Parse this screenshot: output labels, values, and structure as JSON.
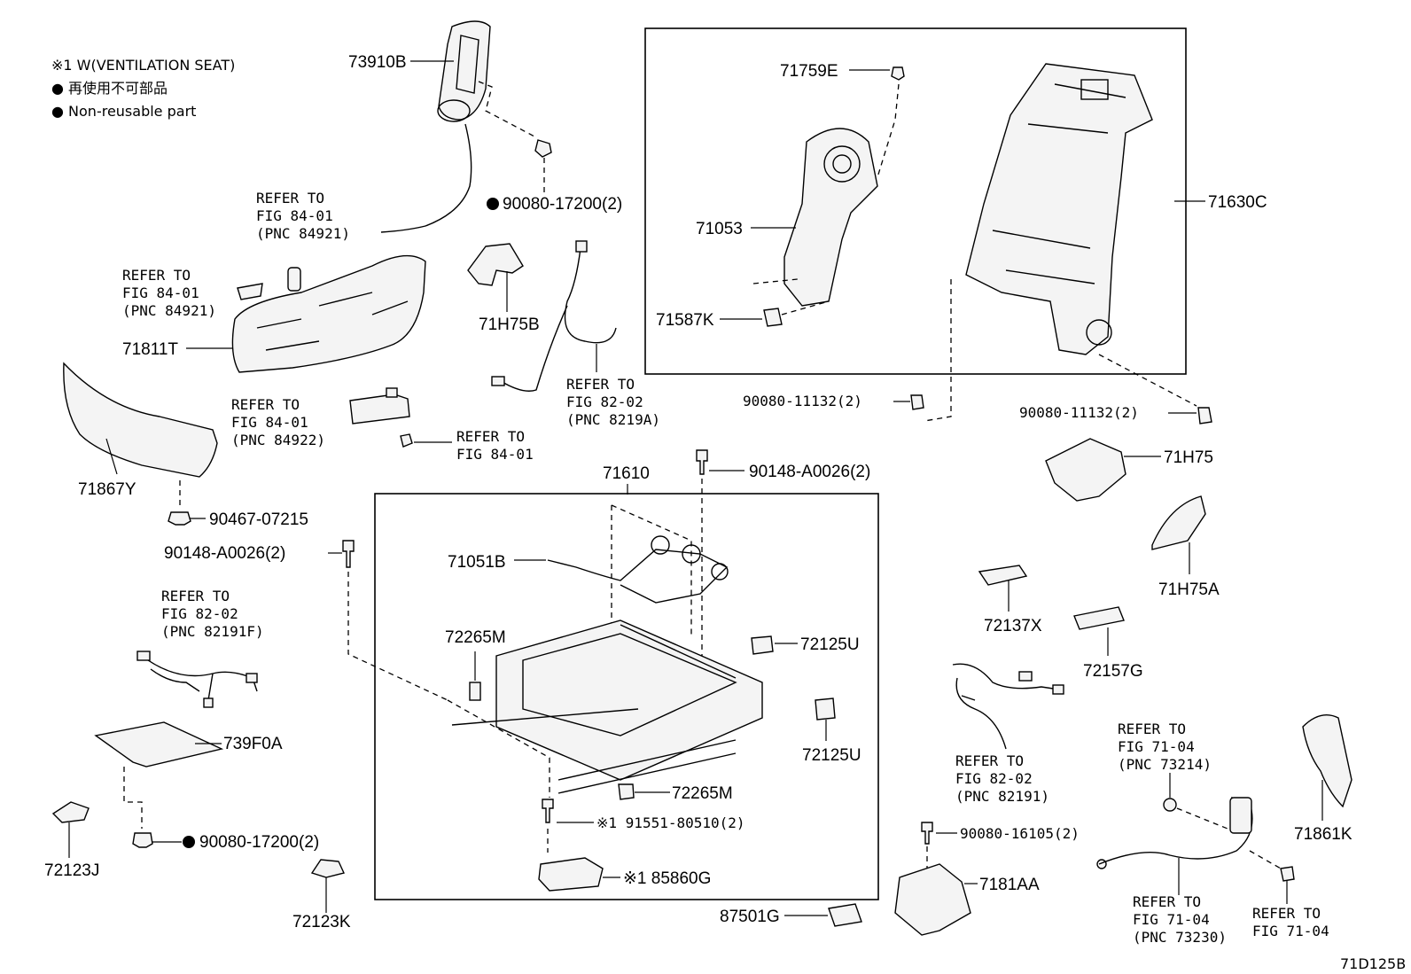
{
  "diagram_code": "71D125B",
  "legend": {
    "line1": "※1 W(VENTILATION SEAT)",
    "line2": "● 再使用不可部品",
    "line3": "● Non-reusable part"
  },
  "parts": {
    "p73910B": "73910B",
    "p90080_17200_a": "90080-17200(2)",
    "p71811T": "71811T",
    "p71867Y": "71867Y",
    "p90467": "90467-07215",
    "p90148_a": "90148-A0026(2)",
    "p739F0A": "739F0A",
    "p90080_17200_b": "90080-17200(2)",
    "p72123J": "72123J",
    "p72123K": "72123K",
    "p71H75B": "71H75B",
    "p71759E": "71759E",
    "p71053": "71053",
    "p71587K": "71587K",
    "p71630C": "71630C",
    "p90080_11132_a": "90080-11132(2)",
    "p90080_11132_b": "90080-11132(2)",
    "p71H75": "71H75",
    "p71H75A": "71H75A",
    "p71610": "71610",
    "p90148_b": "90148-A0026(2)",
    "p71051B": "71051B",
    "p72265M_a": "72265M",
    "p72265M_b": "72265M",
    "p72125U_a": "72125U",
    "p72125U_b": "72125U",
    "p91551": "※1 91551-80510(2)",
    "p85860G": "※1 85860G",
    "p72137X": "72137X",
    "p72157G": "72157G",
    "p90080_16105": "90080-16105(2)",
    "p7181AA": "7181AA",
    "p87501G": "87501G",
    "p71861K": "71861K"
  },
  "refs": {
    "r1": [
      "REFER TO",
      "FIG 84-01",
      "(PNC 84921)"
    ],
    "r2": [
      "REFER TO",
      "FIG 84-01",
      "(PNC 84921)"
    ],
    "r3": [
      "REFER TO",
      "FIG 84-01",
      "(PNC 84922)"
    ],
    "r4": [
      "REFER TO",
      "FIG 84-01"
    ],
    "r5": [
      "REFER TO",
      "FIG 82-02",
      "(PNC 8219A)"
    ],
    "r6": [
      "REFER TO",
      "FIG 82-02",
      "(PNC 82191F)"
    ],
    "r7": [
      "REFER TO",
      "FIG 82-02",
      "(PNC 82191)"
    ],
    "r8": [
      "REFER TO",
      "FIG 71-04",
      "(PNC 73214)"
    ],
    "r9": [
      "REFER TO",
      "FIG 71-04",
      "(PNC 73230)"
    ],
    "r10": [
      "REFER TO",
      "FIG 71-04"
    ]
  }
}
